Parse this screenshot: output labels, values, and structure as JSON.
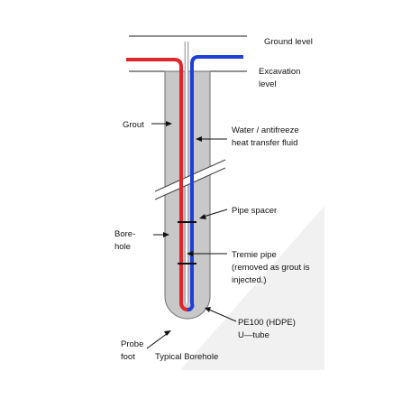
{
  "labels": {
    "ground_level": "Ground level",
    "excavation_1": "Excavation",
    "excavation_2": "level",
    "grout": "Grout",
    "fluid_1": "Water / antifreeze",
    "fluid_2": "heat transfer fluid",
    "spacer": "Pipe spacer",
    "borehole_1": "Bore-",
    "borehole_2": "hole",
    "tremie_1": "Tremie pipe",
    "tremie_2": "(removed as grout is",
    "tremie_3": "injected.)",
    "utube_1": "PE100 (HDPE)",
    "utube_2": "U—tube",
    "probe_1": "Probe",
    "probe_2": "foot",
    "caption": "Typical Borehole"
  },
  "colors": {
    "hot_pipe": "#e0262b",
    "cold_pipe": "#1f3fd6",
    "grout": "#c8c8c8",
    "grout_edge": "#6e6e6e",
    "shadow": "#f1f1f1"
  }
}
